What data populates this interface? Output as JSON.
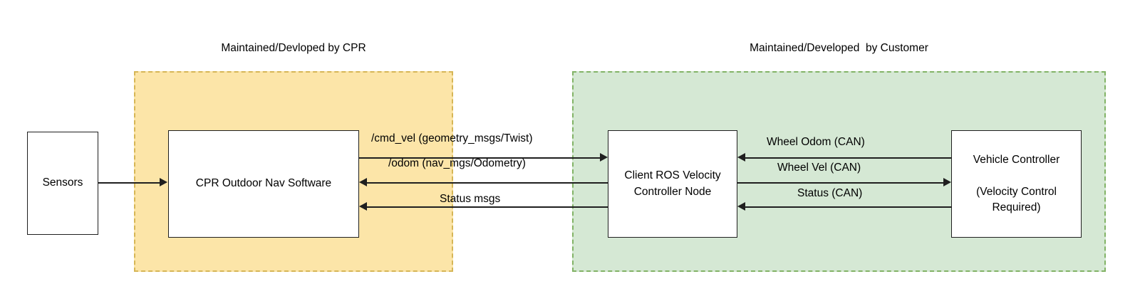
{
  "diagram": {
    "title_visible": false,
    "zones": [
      {
        "id": "cpr",
        "label": "Maintained/Devloped by CPR",
        "fill": "#fce5a8",
        "border": "#d6b656"
      },
      {
        "id": "customer",
        "label": "Maintained/Developed  by Customer",
        "fill": "#d5e8d4",
        "border": "#82b366"
      }
    ],
    "nodes": [
      {
        "id": "sensors",
        "label": "Sensors"
      },
      {
        "id": "cpr-nav",
        "label": "CPR Outdoor Nav Software"
      },
      {
        "id": "client-node",
        "label": "Client ROS Velocity\nController Node"
      },
      {
        "id": "vehicle-controller",
        "label": "Vehicle Controller\n\n(Velocity Control\nRequired)"
      }
    ],
    "edges": [
      {
        "id": "sensors-to-nav",
        "label": "",
        "direction": "right"
      },
      {
        "id": "cmd-vel",
        "label": "/cmd_vel (geometry_msgs/Twist)",
        "direction": "right"
      },
      {
        "id": "odom",
        "label": "/odom (nav_mgs/Odometry)",
        "direction": "left"
      },
      {
        "id": "status-msgs",
        "label": "Status msgs",
        "direction": "left"
      },
      {
        "id": "wheel-odom",
        "label": "Wheel Odom (CAN)",
        "direction": "left"
      },
      {
        "id": "wheel-vel",
        "label": "Wheel Vel (CAN)",
        "direction": "right"
      },
      {
        "id": "status-can",
        "label": "Status (CAN)",
        "direction": "left"
      }
    ]
  }
}
